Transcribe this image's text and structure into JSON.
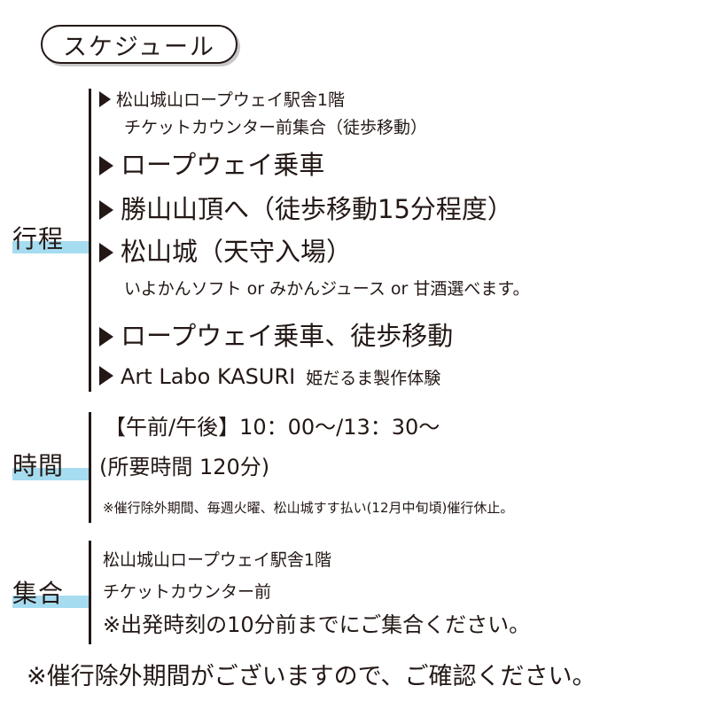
{
  "badge": {
    "label": "スケジュール"
  },
  "itinerary": {
    "label": "行程",
    "items": [
      {
        "line1": "松山城山ロープウェイ駅舎1階",
        "line2": "チケットカウンター前集合（徒歩移動）"
      },
      {
        "text": "ロープウェイ乗車"
      },
      {
        "text": "勝山山頂へ（徒歩移動15分程度）"
      },
      {
        "text": "松山城（天守入場）",
        "sub": "いよかんソフト or みかんジュース or 甘酒選べます。"
      },
      {
        "text": "ロープウェイ乗車、徒歩移動"
      },
      {
        "text_main": "Art Labo KASURI",
        "text_suffix": "姫だるま製作体験"
      }
    ]
  },
  "time": {
    "label": "時間",
    "line1": "【午前/午後】10：00〜/13：30〜",
    "line2": "(所要時間 120分)",
    "note": "※催行除外期間、毎週火曜、松山城すす払い(12月中旬頃)催行休止。"
  },
  "meeting": {
    "label": "集合",
    "line1": "松山城山ロープウェイ駅舎1階",
    "line2": "チケットカウンター前",
    "line3": "※出発時刻の10分前までにご集合ください。"
  },
  "footer_note": "※催行除外期間がございますので、ご確認ください。",
  "colors": {
    "text": "#231815",
    "highlight": "#a6dcf0"
  }
}
